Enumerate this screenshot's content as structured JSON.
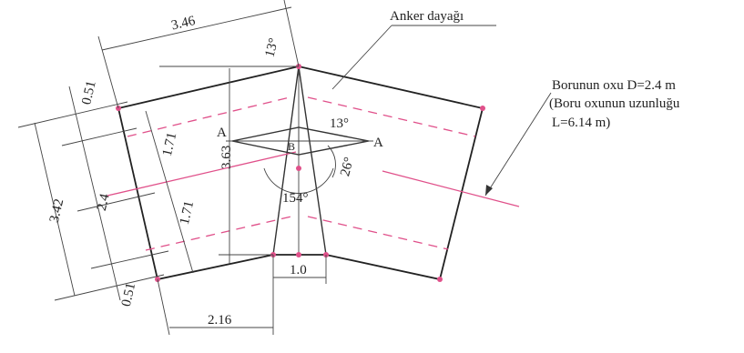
{
  "annotations": {
    "anchor": "Anker dayağı",
    "axis_line1": "Borunun oxu  D=2.4 m",
    "axis_line2": "(Boru oxunun uzunluğu",
    "axis_line3": "L=6.14 m)"
  },
  "dimensions": {
    "top_length": "3.46",
    "top_angle": "13°",
    "left_top": "0.51",
    "left_total": "3.42",
    "left_middle": "2.4",
    "left_bottom": "0.51",
    "inner_upper": "1.71",
    "inner_lower": "1.71",
    "height": "3.63",
    "bottom_length": "2.16",
    "base_width": "1.0",
    "angle_center": "154°",
    "angle_right_top": "13°",
    "angle_right": "26°"
  },
  "section_labels": {
    "left": "A",
    "right": "A",
    "center": "B"
  },
  "colors": {
    "axis_pink": "#e0508a",
    "lines": "#222222"
  }
}
